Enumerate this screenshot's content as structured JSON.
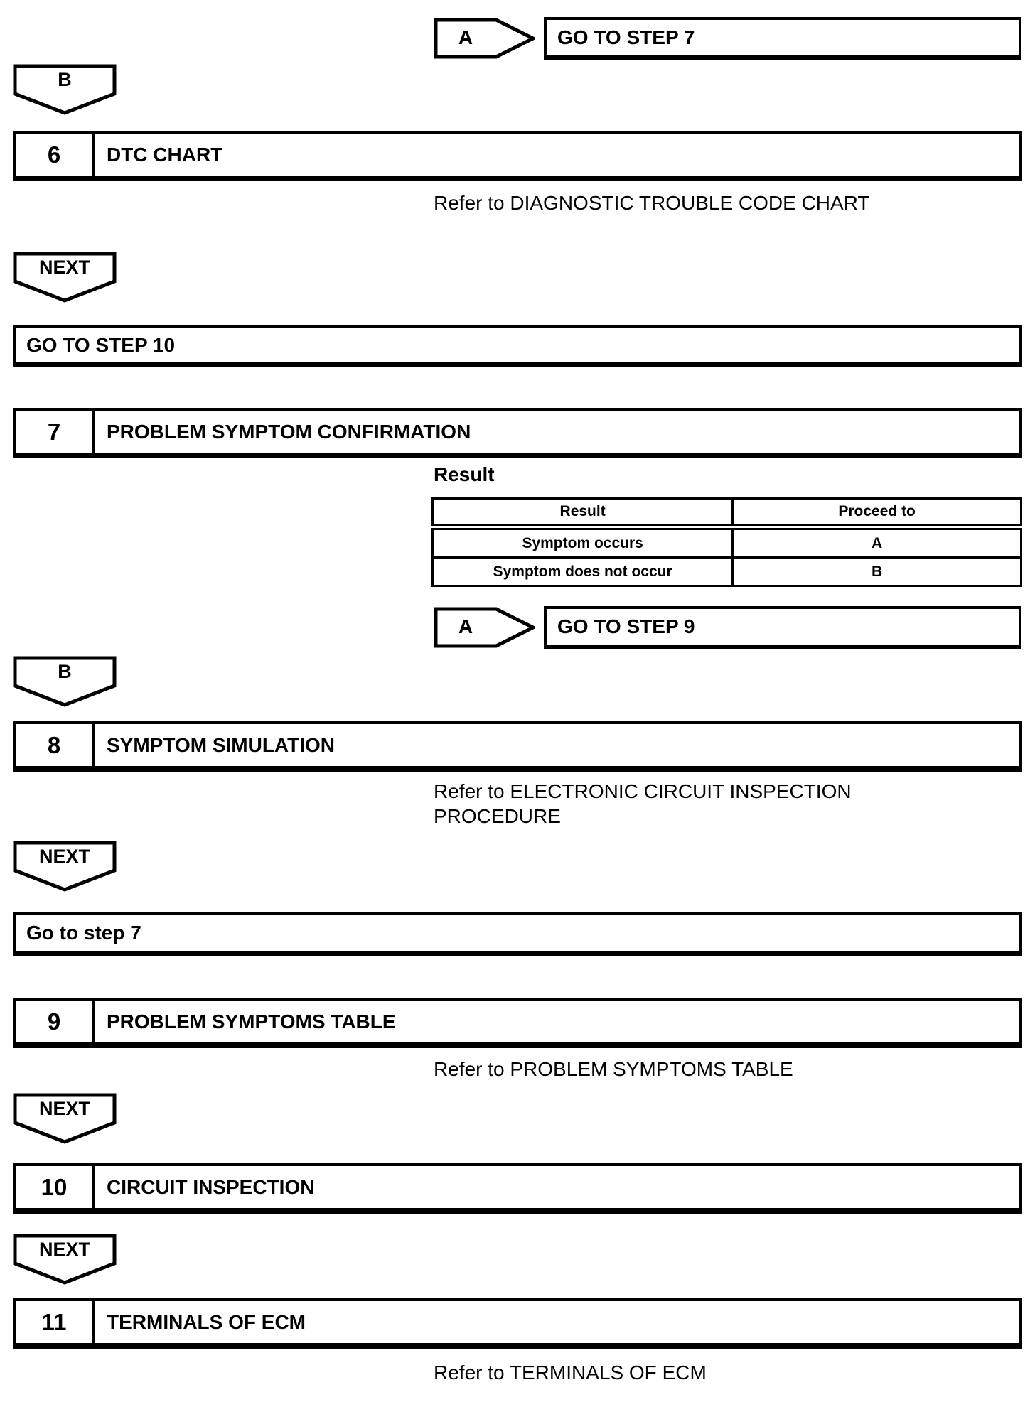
{
  "colors": {
    "ink": "#000000",
    "paper": "#ffffff"
  },
  "connectors": {
    "a_top": {
      "label": "A"
    },
    "b_top": {
      "label": "B"
    },
    "next_after_6": {
      "label": "NEXT"
    },
    "a_mid": {
      "label": "A"
    },
    "b_mid": {
      "label": "B"
    },
    "next_after_8": {
      "label": "NEXT"
    },
    "next_after_9": {
      "label": "NEXT"
    },
    "next_after_10": {
      "label": "NEXT"
    }
  },
  "goto_boxes": {
    "goto_step_7_top": "GO TO STEP 7",
    "goto_step_10": "GO TO STEP 10",
    "goto_step_9": "GO TO STEP 9",
    "goto_step_7_lower": "Go to step 7"
  },
  "steps": [
    {
      "number": "6",
      "title": "DTC CHART",
      "refer_lines": [
        "Refer to DIAGNOSTIC TROUBLE CODE CHART"
      ]
    },
    {
      "number": "7",
      "title": "PROBLEM SYMPTOM CONFIRMATION",
      "refer_lines": []
    },
    {
      "number": "8",
      "title": "SYMPTOM SIMULATION",
      "refer_lines": [
        "Refer to ELECTRONIC CIRCUIT INSPECTION",
        "PROCEDURE"
      ]
    },
    {
      "number": "9",
      "title": "PROBLEM SYMPTOMS TABLE",
      "refer_lines": [
        "Refer to PROBLEM SYMPTOMS TABLE"
      ]
    },
    {
      "number": "10",
      "title": "CIRCUIT INSPECTION",
      "refer_lines": []
    },
    {
      "number": "11",
      "title": "TERMINALS OF ECM",
      "refer_lines": [
        "Refer to TERMINALS OF ECM"
      ]
    }
  ],
  "result_section": {
    "heading": "Result",
    "table": {
      "col_headers": [
        "Result",
        "Proceed to"
      ],
      "rows": [
        {
          "result": "Symptom occurs",
          "proceed_to": "A"
        },
        {
          "result": "Symptom does not occur",
          "proceed_to": "B"
        }
      ]
    }
  }
}
